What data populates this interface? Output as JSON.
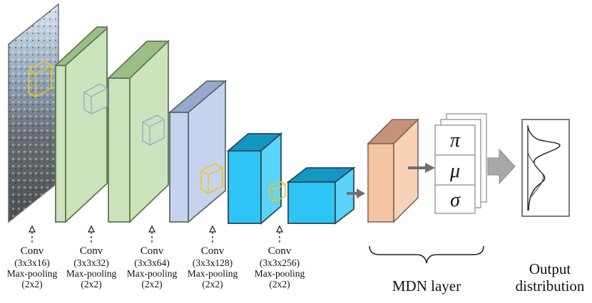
{
  "layers": [
    {
      "conv": "Conv",
      "kernel": "(3x3x16)",
      "pool": "Max-pooling",
      "pool_size": "(2x2)"
    },
    {
      "conv": "Conv",
      "kernel": "(3x3x32)",
      "pool": "Max-pooling",
      "pool_size": "(2x2)"
    },
    {
      "conv": "Conv",
      "kernel": "(3x3x64)",
      "pool": "Max-pooling",
      "pool_size": "(2x2)"
    },
    {
      "conv": "Conv",
      "kernel": "(3x3x128)",
      "pool": "Max-pooling",
      "pool_size": "(2x2)"
    },
    {
      "conv": "Conv",
      "kernel": "(3x3x256)",
      "pool": "Max-pooling",
      "pool_size": "(2x2)"
    }
  ],
  "mdn": {
    "label": "MDN layer",
    "params": [
      "π",
      "μ",
      "σ"
    ]
  },
  "output": {
    "line1": "Output",
    "line2": "distribution"
  },
  "colors": {
    "green": "#cce3bd",
    "green_top": "#9cbd86",
    "green_edge": "#5e7a50",
    "lavender": "#c6d3ee",
    "lavender_top": "#98a8cc",
    "cyan": "#2ec4f5",
    "cyan_top": "#1296c2",
    "orange": "#f5c4a2",
    "orange_top": "#c8917a",
    "edge": "#5d6b6b",
    "arrow": "#8c8c8c",
    "kernel_yellow": "#f2c41a",
    "kernel_blue": "#8fa8d6"
  }
}
